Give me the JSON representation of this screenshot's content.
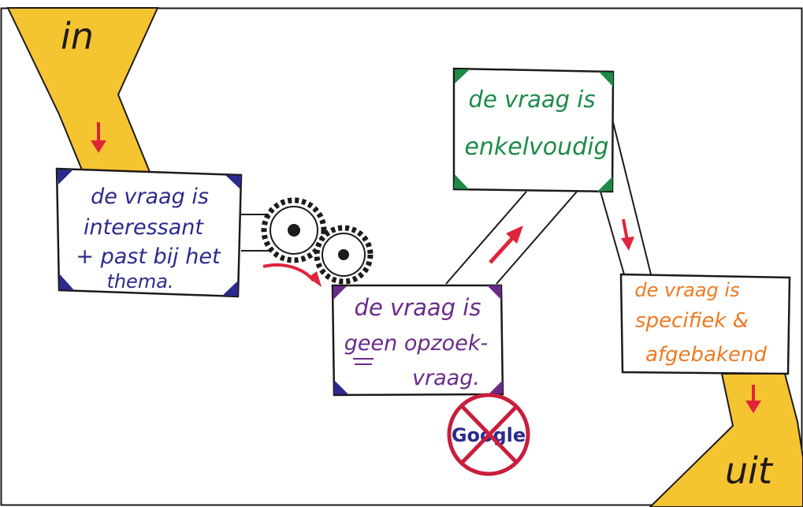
{
  "flow": {
    "start_label": "in",
    "end_label": "uit",
    "steps": [
      {
        "lines": [
          "de vraag is",
          "interessant",
          "+ past bij het",
          "thema."
        ]
      },
      {
        "lines": [
          "de vraag is",
          "geen opzoek-",
          "vraag."
        ]
      },
      {
        "lines": [
          "de vraag is",
          "enkelvoudig"
        ]
      },
      {
        "lines": [
          "de vraag is",
          "specifiek &",
          "afgebakend"
        ]
      }
    ],
    "crossed_logo_text": "Google"
  },
  "colors": {
    "funnel_fill": "#f5c431",
    "funnel_stroke": "#1e1a1a",
    "arrow": "#e0243a",
    "step1_text": "#2c2a8c",
    "step2_text": "#6a2a8a",
    "step3_text": "#1e8a4a",
    "step4_text": "#ee7a22",
    "prohibited": "#c81e3c"
  }
}
